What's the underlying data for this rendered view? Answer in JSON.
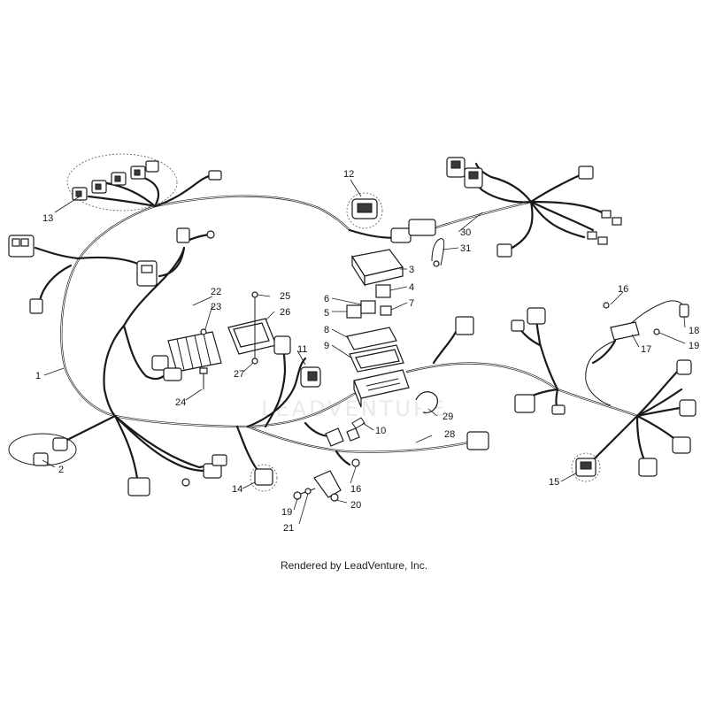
{
  "diagram": {
    "callouts": {
      "c1": "1",
      "c2": "2",
      "c3": "3",
      "c4": "4",
      "c5": "5",
      "c6": "6",
      "c7": "7",
      "c8": "8",
      "c9": "9",
      "c10": "10",
      "c11": "11",
      "c12": "12",
      "c13": "13",
      "c14": "14",
      "c15": "15",
      "c16a": "16",
      "c16b": "16",
      "c17": "17",
      "c18": "18",
      "c19a": "19",
      "c19b": "19",
      "c20": "20",
      "c21": "21",
      "c22": "22",
      "c23": "23",
      "c24": "24",
      "c25": "25",
      "c26": "26",
      "c27": "27",
      "c28": "28",
      "c29": "29",
      "c30": "30",
      "c31": "31"
    },
    "watermark": "LEADVENTURE",
    "footer": "Rendered by LeadVenture, Inc."
  }
}
